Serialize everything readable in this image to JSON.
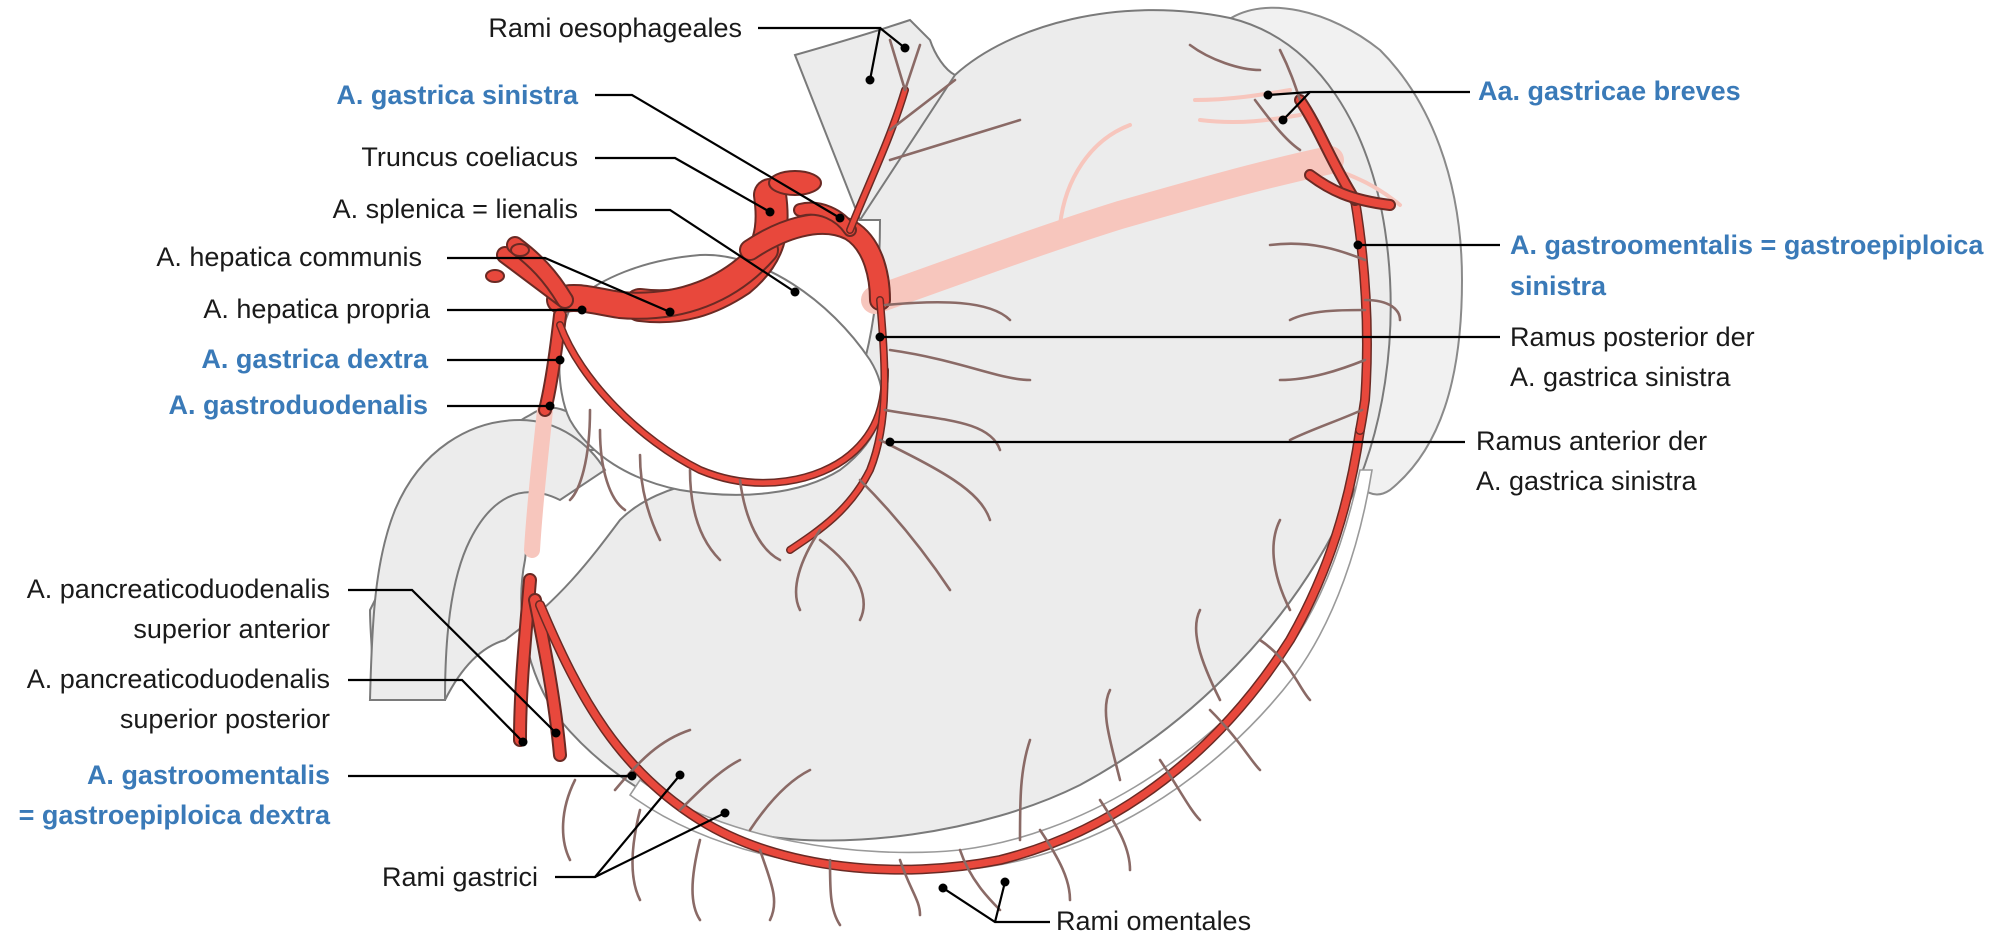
{
  "labels": {
    "rami_oesophageales": "Rami oesophageales",
    "a_gastrica_sinistra": "A. gastrica sinistra",
    "truncus_coeliacus": "Truncus coeliacus",
    "a_splenica": "A. splenica = lienalis",
    "a_hepatica_communis": "A. hepatica communis",
    "a_hepatica_propria": "A. hepatica propria",
    "a_gastrica_dextra": "A. gastrica dextra",
    "a_gastroduodenalis": "A. gastroduodenalis",
    "a_pancreaticoduodenalis_sup_ant_1": "A. pancreaticoduodenalis",
    "a_pancreaticoduodenalis_sup_ant_2": "superior anterior",
    "a_pancreaticoduodenalis_sup_post_1": "A. pancreaticoduodenalis",
    "a_pancreaticoduodenalis_sup_post_2": "superior posterior",
    "a_gastroomentalis_dextra_1": "A. gastroomentalis",
    "a_gastroomentalis_dextra_2": "= gastroepiploica dextra",
    "rami_gastrici": "Rami gastrici",
    "rami_omentales": "Rami omentales",
    "aa_gastricae_breves": "Aa. gastricae breves",
    "a_gastroomentalis_sinistra_1": "A. gastroomentalis = gastroepiploica",
    "a_gastroomentalis_sinistra_2": "sinistra",
    "ramus_posterior_1": "Ramus posterior der",
    "ramus_posterior_2": "A. gastrica sinistra",
    "ramus_anterior_1": "Ramus anterior der",
    "ramus_anterior_2": "A. gastrica sinistra"
  },
  "colors": {
    "label_black": "#1a1a1a",
    "label_blue": "#3a7ab8",
    "artery": "#e8483c",
    "organ": "#ececec"
  }
}
